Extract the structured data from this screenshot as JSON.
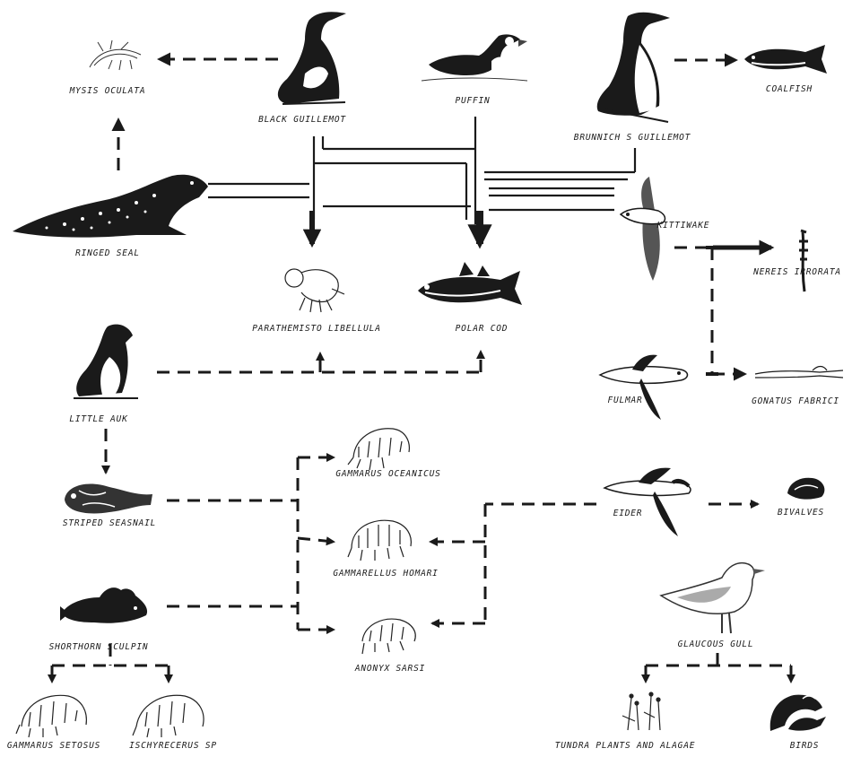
{
  "nodes": {
    "mysis_oculata": {
      "label": "MYSIS OCULATA",
      "icon": "mysis-shrimp-icon"
    },
    "black_guillemot": {
      "label": "BLACK GUILLEMOT",
      "icon": "black-guillemot-bird-icon"
    },
    "puffin": {
      "label": "PUFFIN",
      "icon": "puffin-bird-icon"
    },
    "brunnich_guillemot": {
      "label": "BRUNNICH S GUILLEMOT",
      "icon": "brunnich-guillemot-bird-icon"
    },
    "coalfish": {
      "label": "COALFISH",
      "icon": "coalfish-icon"
    },
    "ringed_seal": {
      "label": "RINGED SEAL",
      "icon": "ringed-seal-icon"
    },
    "kittiwake": {
      "label": "KITTIWAKE",
      "icon": "kittiwake-bird-icon"
    },
    "nereis_irrorata": {
      "label": "NEREIS IRRORATA",
      "icon": "nereis-worm-icon"
    },
    "parathemisto_libellula": {
      "label": "PARATHEMISTO LIBELLULA",
      "icon": "parathemisto-amphipod-icon"
    },
    "polar_cod": {
      "label": "POLAR COD",
      "icon": "polar-cod-icon"
    },
    "little_auk": {
      "label": "LITTLE AUK",
      "icon": "little-auk-bird-icon"
    },
    "fulmar": {
      "label": "FULMAR",
      "icon": "fulmar-bird-icon"
    },
    "gonatus_fabrici": {
      "label": "GONATUS  FABRICI",
      "icon": "gonatus-squid-icon"
    },
    "gammarus_oceanicus": {
      "label": "GAMMARUS OCEANICUS",
      "icon": "gammarus-oceanicus-amphipod-icon"
    },
    "striped_seasnail": {
      "label": "STRIPED  SEASNAIL",
      "icon": "striped-seasnail-fish-icon"
    },
    "eider": {
      "label": "EIDER",
      "icon": "eider-duck-icon"
    },
    "bivalves": {
      "label": "BIVALVES",
      "icon": "bivalve-shell-icon"
    },
    "gammarellus_homari": {
      "label": "GAMMARELLUS  HOMARI",
      "icon": "gammarellus-amphipod-icon"
    },
    "shorthorn_sculpin": {
      "label": "SHORTHORN  SCULPIN",
      "icon": "shorthorn-sculpin-fish-icon"
    },
    "anonyx_sarsi": {
      "label": "ANONYX  SARSI",
      "icon": "anonyx-amphipod-icon"
    },
    "glaucous_gull": {
      "label": "GLAUCOUS  GULL",
      "icon": "glaucous-gull-bird-icon"
    },
    "gammarus_setosus": {
      "label": "GAMMARUS SETOSUS",
      "icon": "gammarus-setosus-amphipod-icon"
    },
    "ischyrocerus_sp": {
      "label": "ISCHYRECERUS  SP",
      "icon": "ischyrocerus-amphipod-icon"
    },
    "tundra_plants": {
      "label": "TUNDRA PLANTS AND ALAGAE",
      "icon": "tundra-plants-icon"
    },
    "birds": {
      "label": "BIRDS",
      "icon": "birds-icon"
    }
  },
  "colors": {
    "ink": "#1a1a1a",
    "background": "#ffffff"
  }
}
